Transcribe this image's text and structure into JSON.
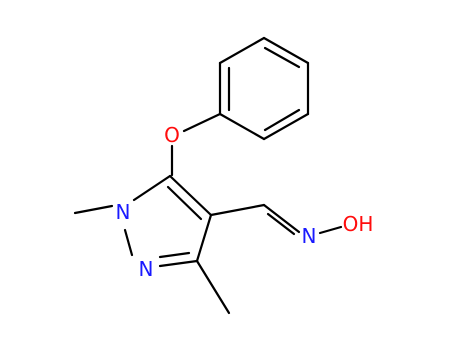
{
  "diagram": {
    "type": "chemical-structure",
    "atom_labels": {
      "ring_nitrogen_1": "N",
      "ring_nitrogen_2": "N",
      "ether_oxygen": "O",
      "oxime_nitrogen": "N",
      "hydroxyl": "OH"
    },
    "colors": {
      "bond": "#000000",
      "nitrogen": "#1a1aff",
      "oxygen": "#ff0d0d"
    }
  }
}
